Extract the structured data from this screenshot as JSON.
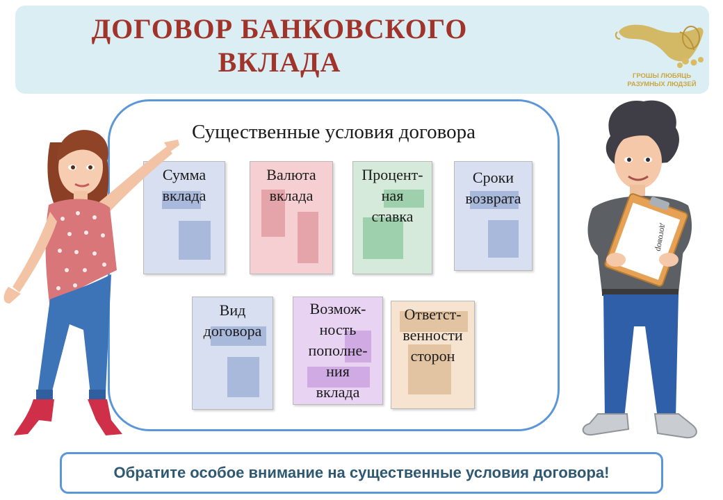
{
  "header": {
    "title_line1": "ДОГОВОР  БАНКОВСКОГО",
    "title_line2": "ВКЛАДА",
    "logo": {
      "icon": "cornucopia-icon",
      "line1": "ГРОШЫ ЛЮБЯЦЬ",
      "line2": "РАЗУМНЫХ ЛЮДЗЕЙ"
    }
  },
  "panel": {
    "heading": "Существенные условия договора",
    "cards": [
      {
        "lines": [
          "Сумма",
          "вклада"
        ]
      },
      {
        "lines": [
          "Валюта",
          "вклада"
        ]
      },
      {
        "lines": [
          "Процент-",
          "ная",
          "ставка"
        ]
      },
      {
        "lines": [
          "Сроки",
          "возврата"
        ]
      },
      {
        "lines": [
          "Вид",
          "договора"
        ]
      },
      {
        "lines": [
          "Возмож-",
          "ность",
          "пополне-",
          "ния",
          "вклада"
        ]
      },
      {
        "lines": [
          "Ответст-",
          "венности",
          "сторон"
        ]
      }
    ]
  },
  "characters": {
    "boy_clipboard_text": "договор"
  },
  "footer": {
    "note": "Обратите особое внимание на существенные условия договора!"
  },
  "colors": {
    "title": "#a0342b",
    "banner": "#dbeef4",
    "frame": "#5b97d8",
    "note_text": "#2f5872",
    "logo_gold": "#c9a545"
  }
}
